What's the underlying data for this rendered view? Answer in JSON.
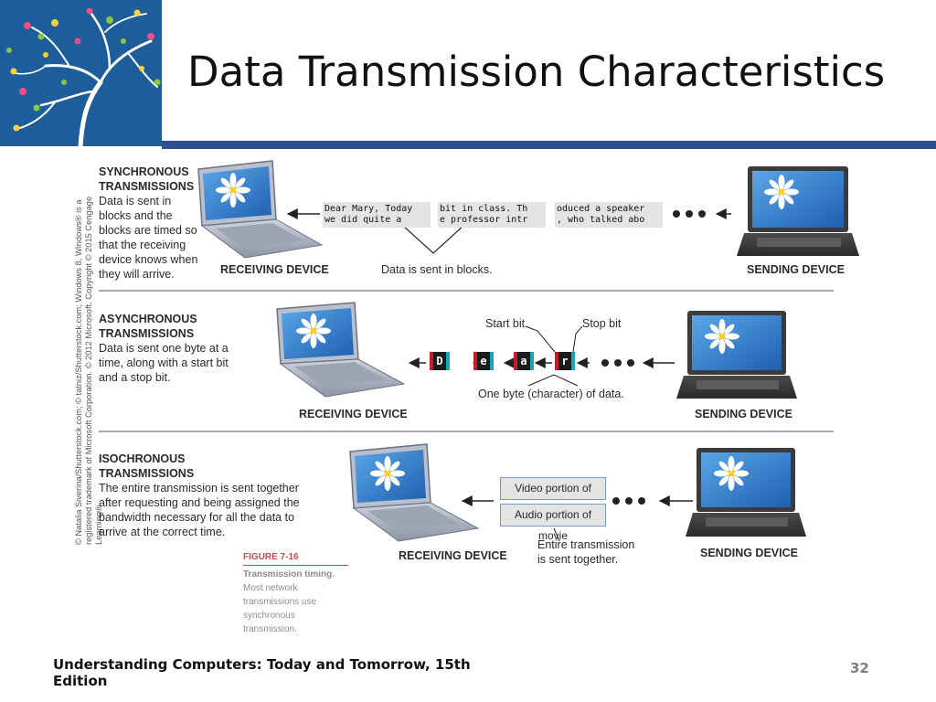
{
  "slide": {
    "title": "Data Transmission Characteristics",
    "footer": "Understanding Computers: Today and Tomorrow, 15th Edition",
    "page_number": "32"
  },
  "figure": {
    "credit": "© Natalia Siverina/Shutterstock.com; © tatniz/Shutterstock.com; Windows 8, Windows® is a registered trademark of Microsoft Corporation. © 2012 Microsoft. Copyright © 2015 Cengage Learning®",
    "caption_number": "FIGURE 7-16",
    "caption_title": "Transmission timing.",
    "caption_text": "Most network transmissions use synchronous transmission.",
    "synchronous": {
      "heading": [
        "SYNCHRONOUS",
        "TRANSMISSIONS"
      ],
      "body": [
        "Data is sent in",
        "blocks and the",
        "blocks are timed so",
        "that the receiving",
        "device knows when",
        "they will arrive."
      ],
      "receiving_label": "RECEIVING DEVICE",
      "sending_label": "SENDING DEVICE",
      "blocks": [
        [
          "Dear Mary, Today",
          "we did quite a"
        ],
        [
          "bit in class. Th",
          "e professor intr"
        ],
        [
          "oduced a speaker",
          ", who talked abo"
        ]
      ],
      "block_label": "Data is sent in blocks."
    },
    "asynchronous": {
      "heading": [
        "ASYNCHRONOUS",
        "TRANSMISSIONS"
      ],
      "body": [
        "Data is sent one byte at a",
        "time, along with a start bit",
        "and a stop bit."
      ],
      "receiving_label": "RECEIVING DEVICE",
      "sending_label": "SENDING DEVICE",
      "characters": [
        "D",
        "e",
        "a",
        "r"
      ],
      "start_bit_label": "Start bit",
      "stop_bit_label": "Stop bit",
      "byte_label": "One byte (character) of data."
    },
    "isochronous": {
      "heading": [
        "ISOCHRONOUS",
        "TRANSMISSIONS"
      ],
      "body": [
        "The entire transmission is sent together",
        "after requesting and being assigned the",
        "bandwidth necessary for all the data to",
        "arrive at the correct time."
      ],
      "receiving_label": "RECEIVING DEVICE",
      "sending_label": "SENDING DEVICE",
      "video_label": "Video portion of movie",
      "audio_label": "Audio portion of movie",
      "together_label": [
        "Entire transmission",
        "is sent together."
      ]
    }
  }
}
